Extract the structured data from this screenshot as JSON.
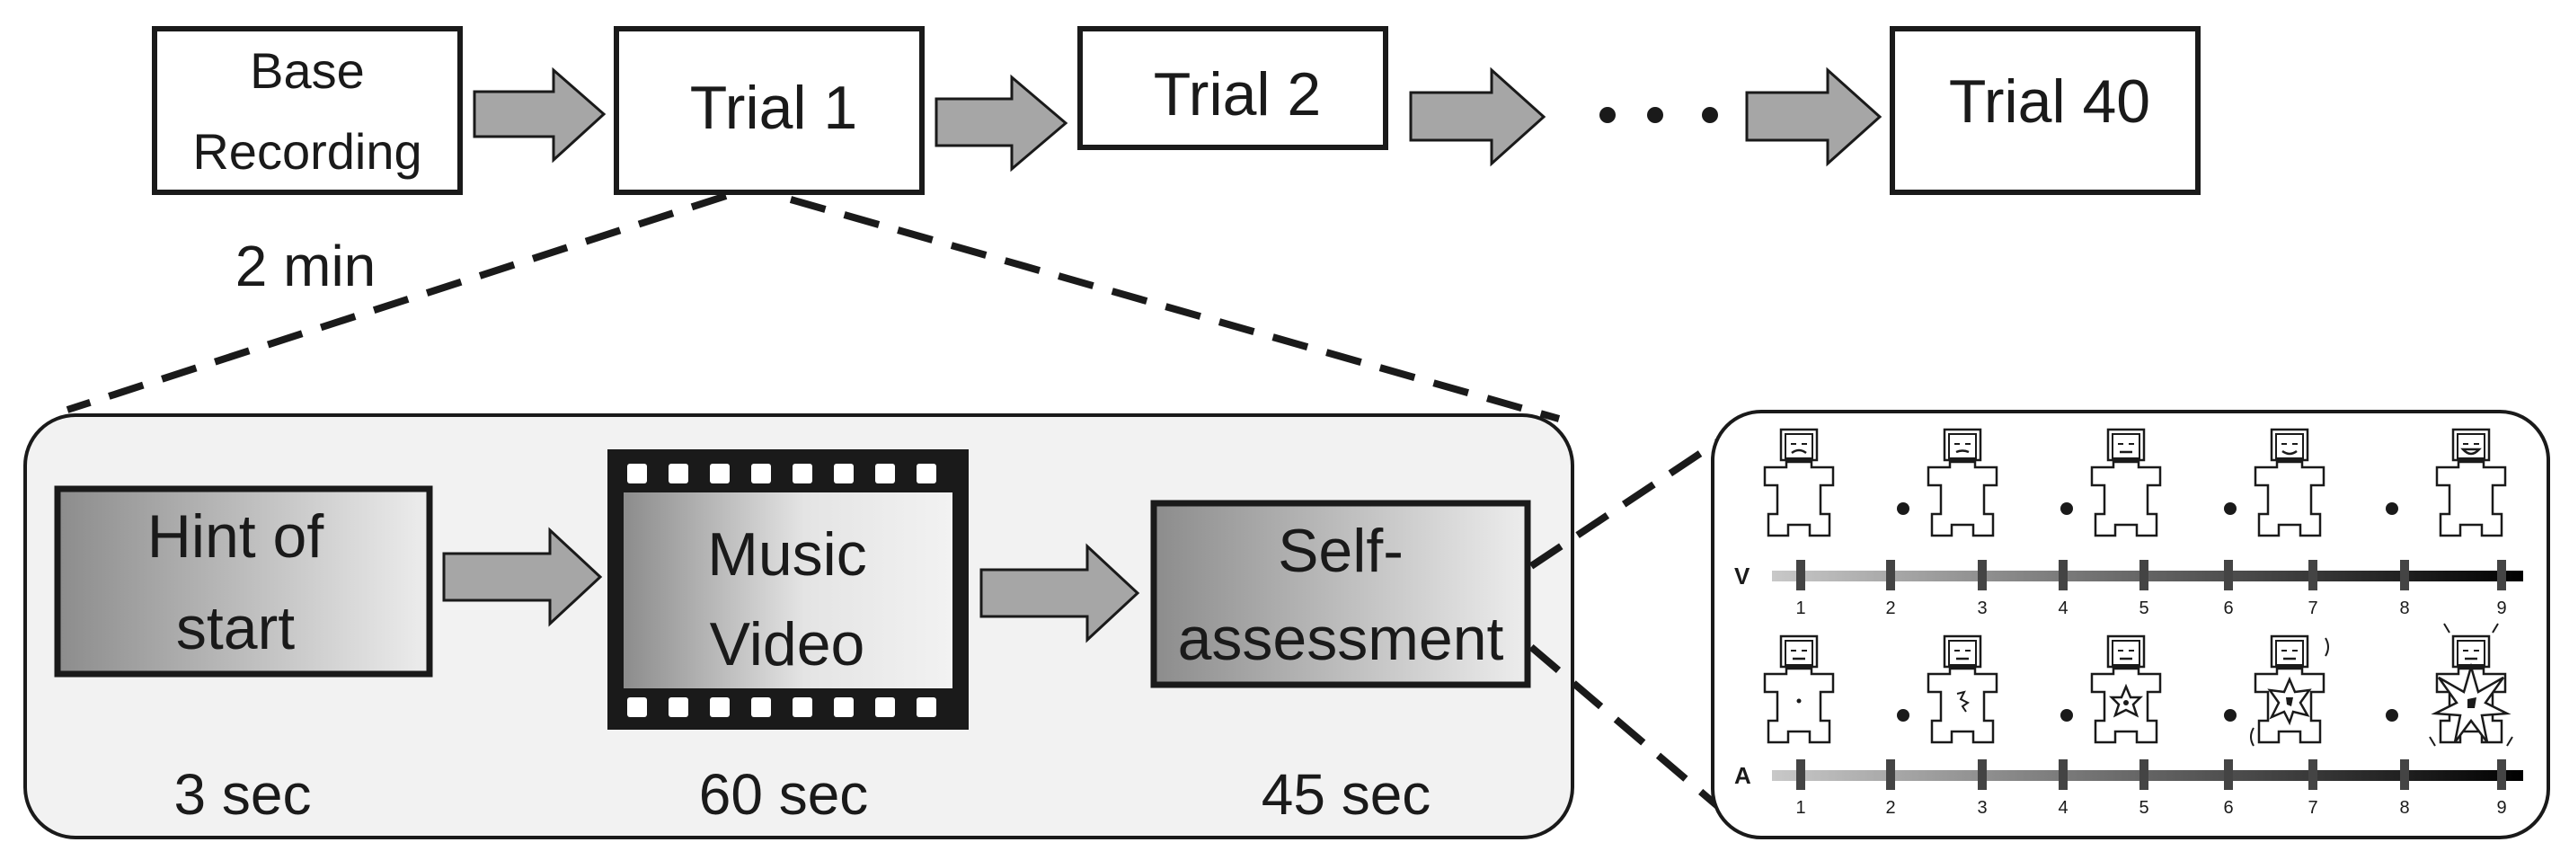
{
  "top_row": {
    "base_label_line1": "Base",
    "base_label_line2": "Recording",
    "trial1": "Trial 1",
    "trial2": "Trial 2",
    "ellipsis": "...",
    "trial40": "Trial 40",
    "base_duration": "2 min"
  },
  "trial_detail": {
    "hint_line1": "Hint of",
    "hint_line2": "start",
    "hint_duration": "3 sec",
    "video_line1": "Music",
    "video_line2": "Video",
    "video_duration": "60 sec",
    "self_line1": "Self-",
    "self_line2": "assessment",
    "self_duration": "45 sec"
  },
  "sam_scale": {
    "valence_label": "V",
    "arousal_label": "A",
    "ticks": [
      "1",
      "2",
      "3",
      "4",
      "5",
      "6",
      "7",
      "8",
      "9"
    ]
  },
  "colors": {
    "arrow_fill": "#a6a6a6",
    "panel_fill": "#f2f2f2",
    "gradient_dark": "#8c8c8c",
    "gradient_light": "#ededed",
    "outline": "#1a1a1a"
  }
}
